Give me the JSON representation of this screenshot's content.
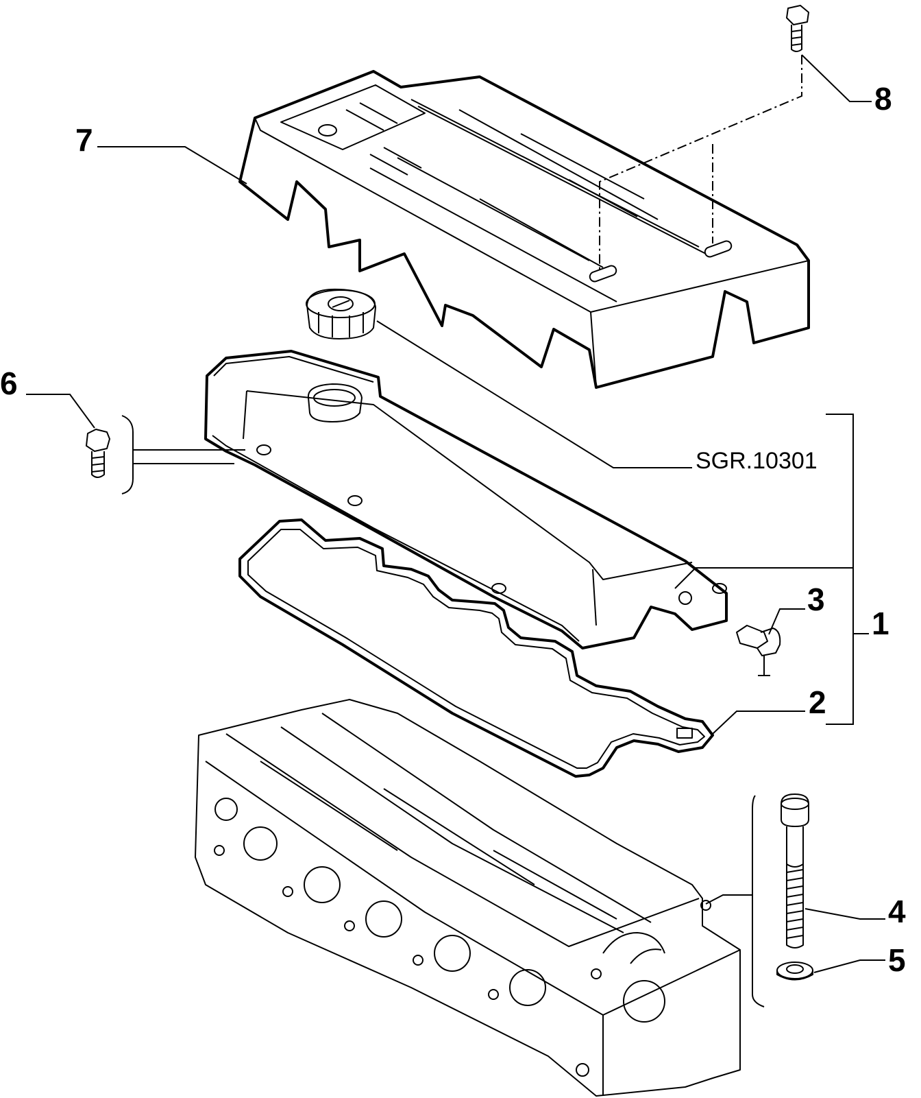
{
  "diagram": {
    "callouts": [
      {
        "id": "1",
        "label": "1"
      },
      {
        "id": "2",
        "label": "2"
      },
      {
        "id": "3",
        "label": "3"
      },
      {
        "id": "4",
        "label": "4"
      },
      {
        "id": "5",
        "label": "5"
      },
      {
        "id": "6",
        "label": "6"
      },
      {
        "id": "7",
        "label": "7"
      },
      {
        "id": "8",
        "label": "8"
      }
    ],
    "reference_code": "SGR.10301"
  }
}
